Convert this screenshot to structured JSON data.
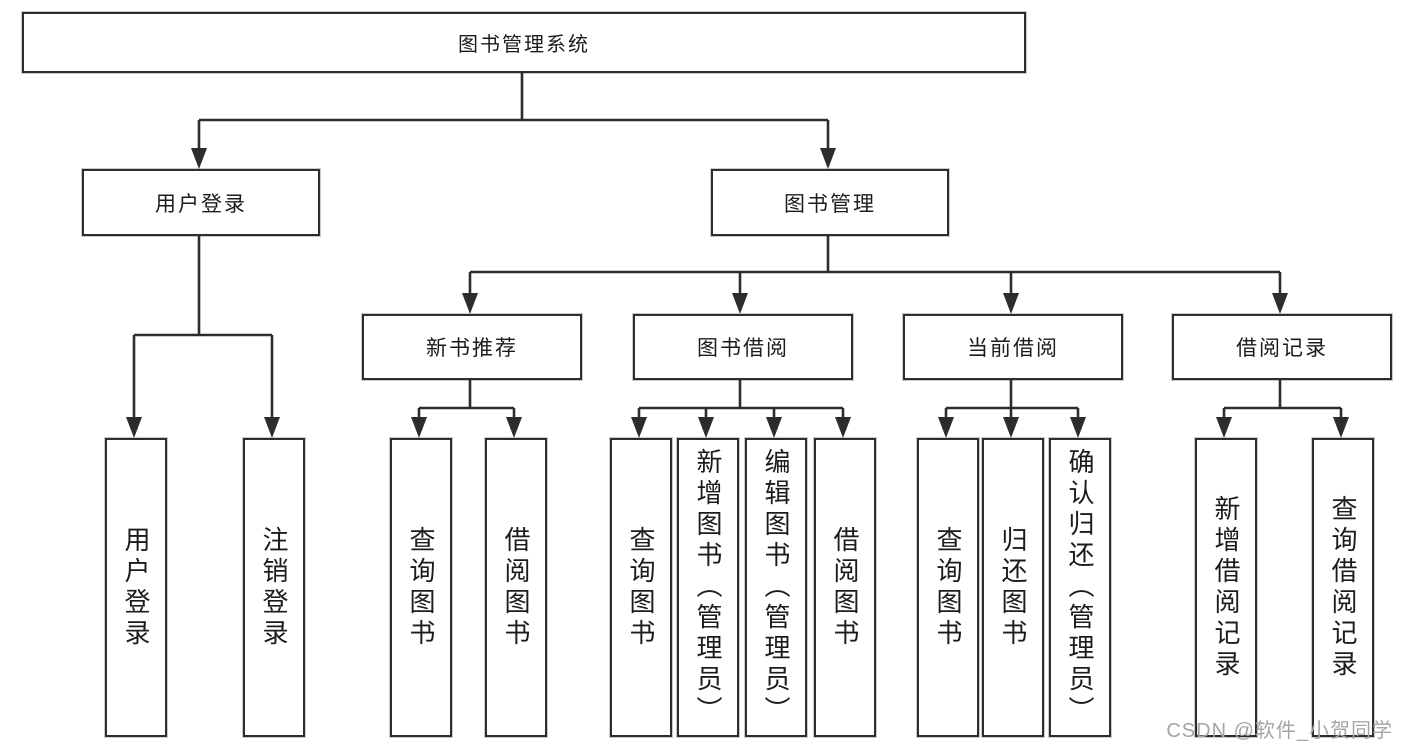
{
  "page": {
    "watermark": "CSDN @软件_小贺同学"
  },
  "diagram": {
    "type": "tree",
    "line_color": "#2d2d2d",
    "box_background": "#ffffff",
    "nodes": {
      "root": {
        "label": "图书管理系统"
      },
      "level2": [
        {
          "id": "user-login",
          "label": "用户登录"
        },
        {
          "id": "book-management",
          "label": "图书管理"
        }
      ],
      "level3": [
        {
          "id": "new-book-recommend",
          "label": "新书推荐",
          "parent": "book-management"
        },
        {
          "id": "book-borrowing",
          "label": "图书借阅",
          "parent": "book-management"
        },
        {
          "id": "current-borrowing",
          "label": "当前借阅",
          "parent": "book-management"
        },
        {
          "id": "borrowing-records",
          "label": "借阅记录",
          "parent": "book-management"
        }
      ],
      "leaves": [
        {
          "id": "user-login-action",
          "label": "用户登录",
          "parent": "user-login"
        },
        {
          "id": "logout-action",
          "label": "注销登录",
          "parent": "user-login"
        },
        {
          "id": "query-books-recommend",
          "label": "查询图书",
          "parent": "new-book-recommend"
        },
        {
          "id": "borrow-book-recommend",
          "label": "借阅图书",
          "parent": "new-book-recommend"
        },
        {
          "id": "query-books-borrowing",
          "label": "查询图书",
          "parent": "book-borrowing"
        },
        {
          "id": "add-book-admin",
          "label": "新增图书（管理员）",
          "parent": "book-borrowing"
        },
        {
          "id": "edit-book-admin",
          "label": "编辑图书（管理员）",
          "parent": "book-borrowing"
        },
        {
          "id": "borrow-book-action",
          "label": "借阅图书",
          "parent": "book-borrowing"
        },
        {
          "id": "query-books-current",
          "label": "查询图书",
          "parent": "current-borrowing"
        },
        {
          "id": "return-book-action",
          "label": "归还图书",
          "parent": "current-borrowing"
        },
        {
          "id": "confirm-return-admin",
          "label": "确认归还（管理员）",
          "parent": "current-borrowing"
        },
        {
          "id": "add-borrow-record",
          "label": "新增借阅记录",
          "parent": "borrowing-records"
        },
        {
          "id": "query-borrow-record",
          "label": "查询借阅记录",
          "parent": "borrowing-records"
        }
      ]
    }
  }
}
